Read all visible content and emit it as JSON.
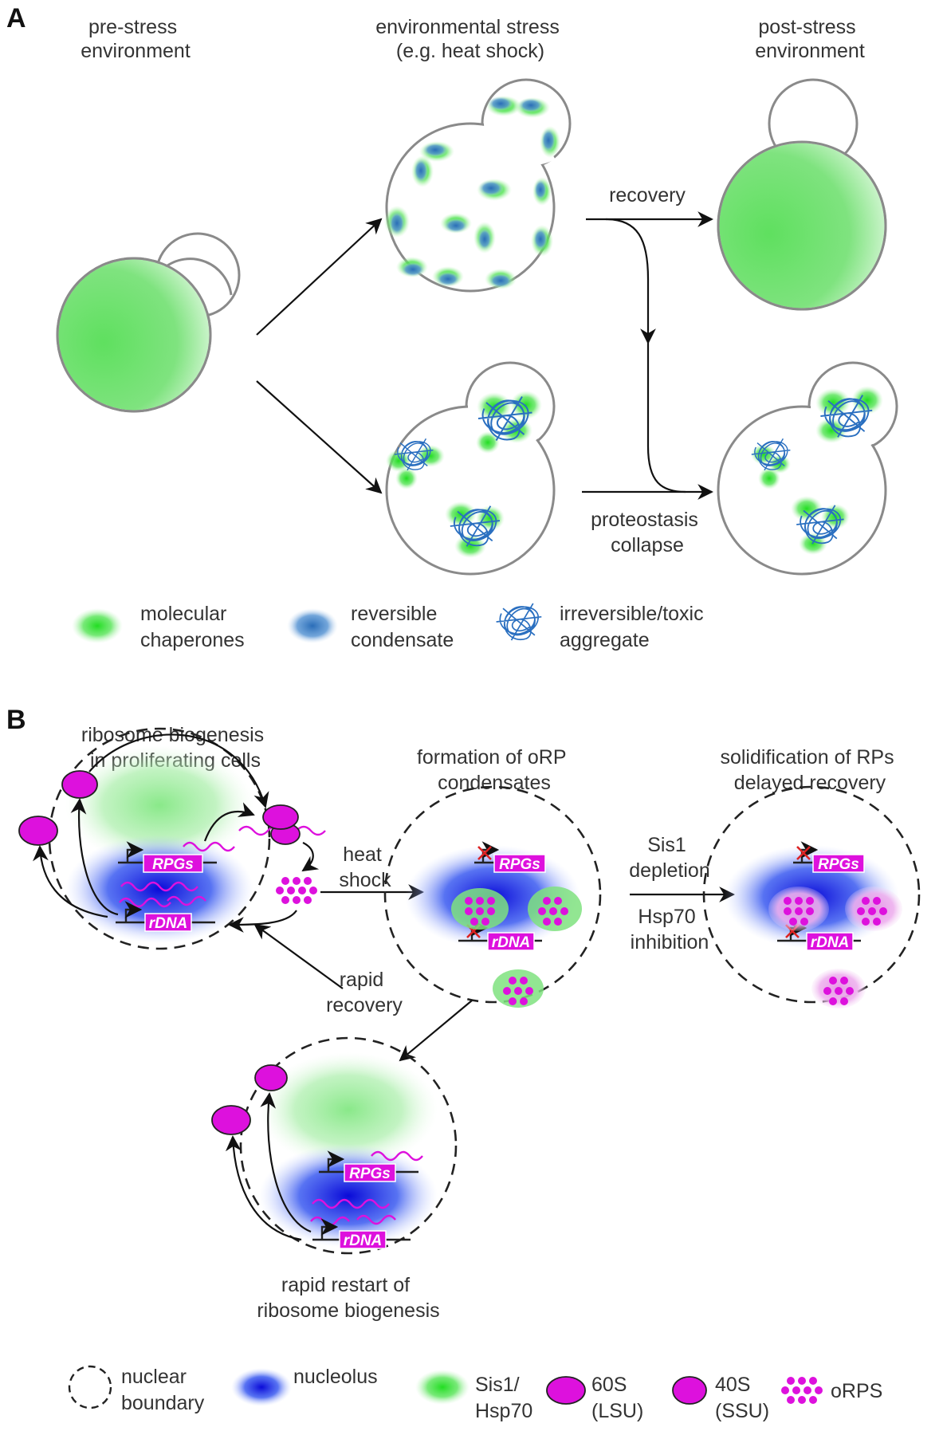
{
  "panel_a": {
    "letter": "A",
    "pre_stress": [
      "pre-stress",
      "environment"
    ],
    "stress": [
      "environmental stress",
      "(e.g. heat shock)"
    ],
    "post_stress": [
      "post-stress",
      "environment"
    ],
    "recovery": "recovery",
    "collapse": [
      "proteostasis",
      "collapse"
    ],
    "legend": {
      "chaperones": [
        "molecular",
        "chaperones"
      ],
      "condensate": [
        "reversible",
        "condensate"
      ],
      "aggregate": [
        "irreversible/toxic",
        "aggregate"
      ]
    }
  },
  "panel_b": {
    "letter": "B",
    "biogenesis": [
      "ribosome biogenesis",
      "in proliferating cells"
    ],
    "formation": [
      "formation of oRP",
      "condensates"
    ],
    "solidification": [
      "solidification of RPs",
      "delayed recovery"
    ],
    "heat_shock": [
      "heat",
      "shock"
    ],
    "sis1": [
      "Sis1",
      "depletion"
    ],
    "hsp70": [
      "Hsp70",
      "inhibition"
    ],
    "rapid_recovery": [
      "rapid",
      "recovery"
    ],
    "restart": [
      "rapid restart of",
      "ribosome biogenesis"
    ],
    "genes": {
      "rpgs": "RPGs",
      "rdna": "rDNA"
    },
    "legend": {
      "nuclear": [
        "nuclear",
        "boundary"
      ],
      "nucleolus": "nucleolus",
      "sis1": [
        "Sis1/",
        "Hsp70"
      ],
      "s60": [
        "60S",
        "(LSU)"
      ],
      "s40": [
        "40S",
        "(SSU)"
      ],
      "orps": "oRPS"
    }
  },
  "colors": {
    "chaperone": "#33dd33",
    "condensate": "#3a7fc4",
    "nucleolus": "#1414e0",
    "magenta": "#dd11dd"
  }
}
